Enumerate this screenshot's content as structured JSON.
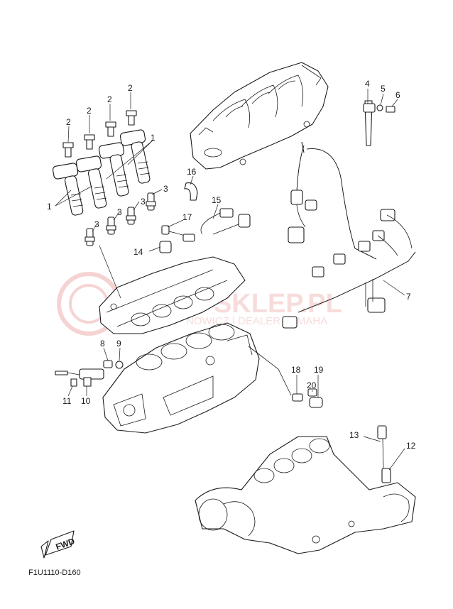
{
  "diagram": {
    "code": "F1U1110-D160",
    "fwd_label": "FWD",
    "watermark": {
      "brand": "MOTO-SKLEP.PL",
      "line2": "NOWICZ | DEALER YAMAHA"
    },
    "callouts": [
      "1",
      "1",
      "2",
      "2",
      "2",
      "2",
      "3",
      "3",
      "3",
      "3",
      "4",
      "5",
      "6",
      "7",
      "8",
      "9",
      "10",
      "11",
      "12",
      "13",
      "14",
      "15",
      "16",
      "17",
      "18",
      "19",
      "20"
    ],
    "colors": {
      "line": "#1a1a1a",
      "watermark": "#e06060"
    }
  }
}
